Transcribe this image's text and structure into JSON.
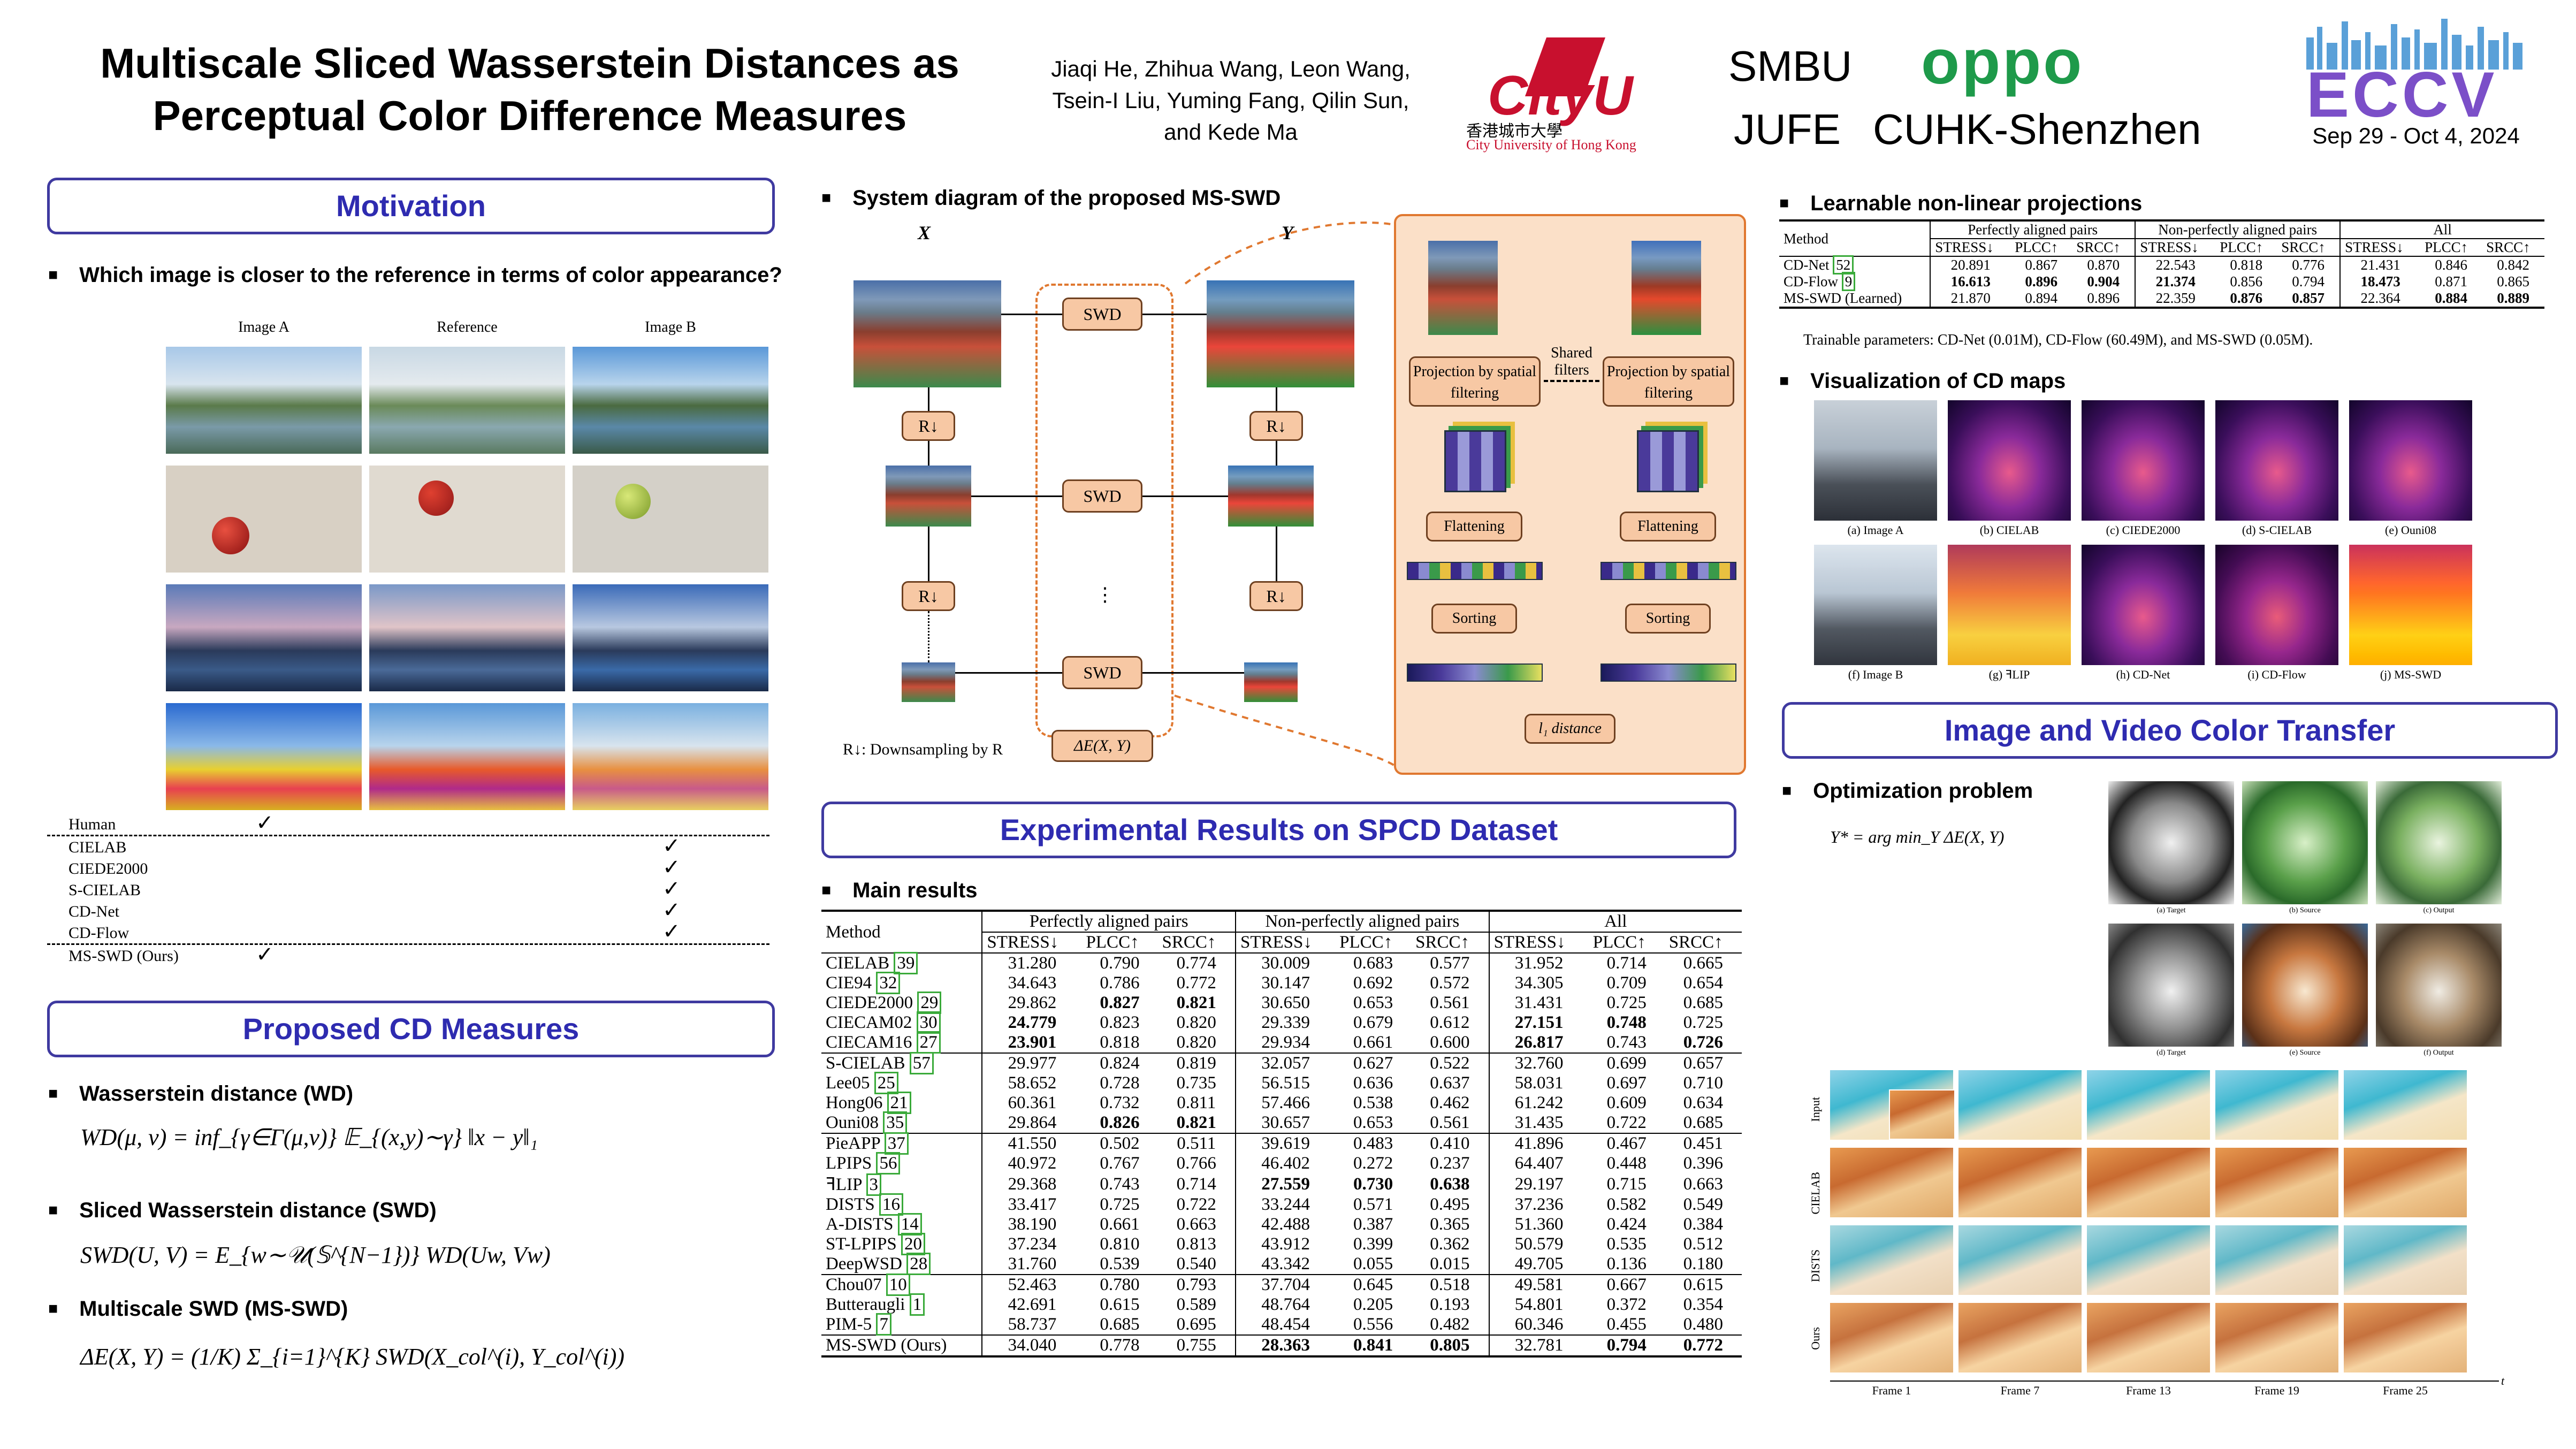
{
  "header": {
    "title_line1": "Multiscale Sliced Wasserstein Distances as",
    "title_line2": "Perceptual Color Difference Measures",
    "authors_line1": "Jiaqi He, Zhihua Wang, Leon Wang,",
    "authors_line2": "Tsein-I Liu, Yuming Fang, Qilin Sun,",
    "authors_line3": "and Kede Ma",
    "cityu_logo": "CityU",
    "cityu_chinese": "香港城市大學",
    "cityu_english": "City University of Hong Kong",
    "smbu": "SMBU",
    "oppo": "oppo",
    "jufe": "JUFE",
    "cuhk": "CUHK-Shenzhen",
    "eccv": "ECCV",
    "eccv_date": "Sep 29 - Oct 4, 2024"
  },
  "motivation": {
    "heading": "Motivation",
    "question": "Which image is closer to the reference in terms of color appearance?",
    "col_a": "Image A",
    "col_ref": "Reference",
    "col_b": "Image B",
    "judges": [
      {
        "name": "Human",
        "choice": "A"
      },
      {
        "name": "CIELAB",
        "choice": "B"
      },
      {
        "name": "CIEDE2000",
        "choice": "B"
      },
      {
        "name": "S-CIELAB",
        "choice": "B"
      },
      {
        "name": "CD-Net",
        "choice": "B"
      },
      {
        "name": "CD-Flow",
        "choice": "B"
      },
      {
        "name": "MS-SWD (Ours)",
        "choice": "A"
      }
    ],
    "check": "✓"
  },
  "proposed": {
    "heading": "Proposed CD Measures",
    "wd_title": "Wasserstein distance (WD)",
    "wd_formula": "WD(μ, ν) = inf_{γ∈Γ(μ,ν)} 𝔼_{(x,y)∼γ} ‖x − y‖₁",
    "swd_title": "Sliced Wasserstein distance (SWD)",
    "swd_formula": "SWD(U, V) = E_{w∼𝒰(𝕊^{N−1})} WD(Uw, Vw)",
    "msswd_title": "Multiscale SWD (MS-SWD)",
    "msswd_formula": "ΔE(X, Y) = (1/K) Σ_{i=1}^{K} SWD(X_col^(i), Y_col^(i))"
  },
  "system": {
    "heading": "System diagram of the proposed MS-SWD",
    "x_label": "X",
    "y_label": "Y",
    "swd": "SWD",
    "down": "R↓",
    "dots": "⋮",
    "delta": "ΔE(X, Y)",
    "legend": "R↓: Downsampling by R",
    "projection": "Projection by spatial filtering",
    "shared": "Shared filters",
    "flatten": "Flattening",
    "sorting": "Sorting",
    "l1": "l₁ distance"
  },
  "results": {
    "heading": "Experimental Results on SPCD Dataset",
    "main_title": "Main results",
    "group_headers": [
      "Perfectly aligned pairs",
      "Non-perfectly aligned pairs",
      "All"
    ],
    "col_headers": [
      "STRESS↓",
      "PLCC↑",
      "SRCC↑"
    ],
    "method_header": "Method",
    "groups": [
      [
        {
          "m": "CIELAB",
          "ref": "39",
          "v": [
            "31.280",
            "0.790",
            "0.774",
            "30.009",
            "0.683",
            "0.577",
            "31.952",
            "0.714",
            "0.665"
          ],
          "b": []
        },
        {
          "m": "CIE94",
          "ref": "32",
          "v": [
            "34.643",
            "0.786",
            "0.772",
            "30.147",
            "0.692",
            "0.572",
            "34.305",
            "0.709",
            "0.654"
          ],
          "b": []
        },
        {
          "m": "CIEDE2000",
          "ref": "29",
          "v": [
            "29.862",
            "0.827",
            "0.821",
            "30.650",
            "0.653",
            "0.561",
            "31.431",
            "0.725",
            "0.685"
          ],
          "b": [
            1,
            2
          ]
        },
        {
          "m": "CIECAM02",
          "ref": "30",
          "v": [
            "24.779",
            "0.823",
            "0.820",
            "29.339",
            "0.679",
            "0.612",
            "27.151",
            "0.748",
            "0.725"
          ],
          "b": [
            0,
            6,
            7
          ]
        },
        {
          "m": "CIECAM16",
          "ref": "27",
          "v": [
            "23.901",
            "0.818",
            "0.820",
            "29.934",
            "0.661",
            "0.600",
            "26.817",
            "0.743",
            "0.726"
          ],
          "b": [
            0,
            6,
            8
          ]
        }
      ],
      [
        {
          "m": "S-CIELAB",
          "ref": "57",
          "v": [
            "29.977",
            "0.824",
            "0.819",
            "32.057",
            "0.627",
            "0.522",
            "32.760",
            "0.699",
            "0.657"
          ],
          "b": []
        },
        {
          "m": "Lee05",
          "ref": "25",
          "v": [
            "58.652",
            "0.728",
            "0.735",
            "56.515",
            "0.636",
            "0.637",
            "58.031",
            "0.697",
            "0.710"
          ],
          "b": []
        },
        {
          "m": "Hong06",
          "ref": "21",
          "v": [
            "60.361",
            "0.732",
            "0.811",
            "57.466",
            "0.538",
            "0.462",
            "61.242",
            "0.609",
            "0.634"
          ],
          "b": []
        },
        {
          "m": "Ouni08",
          "ref": "35",
          "v": [
            "29.864",
            "0.826",
            "0.821",
            "30.657",
            "0.653",
            "0.561",
            "31.435",
            "0.722",
            "0.685"
          ],
          "b": [
            1,
            2
          ]
        }
      ],
      [
        {
          "m": "PieAPP",
          "ref": "37",
          "v": [
            "41.550",
            "0.502",
            "0.511",
            "39.619",
            "0.483",
            "0.410",
            "41.896",
            "0.467",
            "0.451"
          ],
          "b": []
        },
        {
          "m": "LPIPS",
          "ref": "56",
          "v": [
            "40.972",
            "0.767",
            "0.766",
            "46.402",
            "0.272",
            "0.237",
            "64.407",
            "0.448",
            "0.396"
          ],
          "b": []
        },
        {
          "m": "ꟻLIP",
          "ref": "3",
          "v": [
            "29.368",
            "0.743",
            "0.714",
            "27.559",
            "0.730",
            "0.638",
            "29.197",
            "0.715",
            "0.663"
          ],
          "b": [
            3,
            4,
            5
          ]
        },
        {
          "m": "DISTS",
          "ref": "16",
          "v": [
            "33.417",
            "0.725",
            "0.722",
            "33.244",
            "0.571",
            "0.495",
            "37.236",
            "0.582",
            "0.549"
          ],
          "b": []
        },
        {
          "m": "A-DISTS",
          "ref": "14",
          "v": [
            "38.190",
            "0.661",
            "0.663",
            "42.488",
            "0.387",
            "0.365",
            "51.360",
            "0.424",
            "0.384"
          ],
          "b": []
        },
        {
          "m": "ST-LPIPS",
          "ref": "20",
          "v": [
            "37.234",
            "0.810",
            "0.813",
            "43.912",
            "0.399",
            "0.362",
            "50.579",
            "0.535",
            "0.512"
          ],
          "b": []
        },
        {
          "m": "DeepWSD",
          "ref": "28",
          "v": [
            "31.760",
            "0.539",
            "0.540",
            "43.342",
            "0.055",
            "0.015",
            "49.705",
            "0.136",
            "0.180"
          ],
          "b": []
        }
      ],
      [
        {
          "m": "Chou07",
          "ref": "10",
          "v": [
            "52.463",
            "0.780",
            "0.793",
            "37.704",
            "0.645",
            "0.518",
            "49.581",
            "0.667",
            "0.615"
          ],
          "b": []
        },
        {
          "m": "Butteraugli",
          "ref": "1",
          "v": [
            "42.691",
            "0.615",
            "0.589",
            "48.764",
            "0.205",
            "0.193",
            "54.801",
            "0.372",
            "0.354"
          ],
          "b": []
        },
        {
          "m": "PIM-5",
          "ref": "7",
          "v": [
            "58.737",
            "0.685",
            "0.695",
            "48.454",
            "0.556",
            "0.482",
            "60.346",
            "0.455",
            "0.480"
          ],
          "b": []
        }
      ],
      [
        {
          "m": "MS-SWD (Ours)",
          "ref": "",
          "v": [
            "34.040",
            "0.778",
            "0.755",
            "28.363",
            "0.841",
            "0.805",
            "32.781",
            "0.794",
            "0.772"
          ],
          "b": [
            3,
            4,
            5,
            7,
            8
          ]
        }
      ]
    ]
  },
  "learnable": {
    "heading": "Learnable non-linear projections",
    "rows": [
      {
        "m": "CD-Net",
        "ref": "52",
        "v": [
          "20.891",
          "0.867",
          "0.870",
          "22.543",
          "0.818",
          "0.776",
          "21.431",
          "0.846",
          "0.842"
        ],
        "b": []
      },
      {
        "m": "CD-Flow",
        "ref": "9",
        "v": [
          "16.613",
          "0.896",
          "0.904",
          "21.374",
          "0.856",
          "0.794",
          "18.473",
          "0.871",
          "0.865"
        ],
        "b": [
          0,
          1,
          2,
          3,
          6
        ]
      },
      {
        "m": "MS-SWD (Learned)",
        "ref": "",
        "v": [
          "21.870",
          "0.894",
          "0.896",
          "22.359",
          "0.876",
          "0.857",
          "22.364",
          "0.884",
          "0.889"
        ],
        "b": [
          4,
          5,
          7,
          8
        ]
      }
    ],
    "note": "Trainable parameters: CD-Net (0.01M), CD-Flow (60.49M), and MS-SWD (0.05M)."
  },
  "cdmaps": {
    "heading": "Visualization of CD maps",
    "row1": [
      "(a) Image A",
      "(b) CIELAB",
      "(c) CIEDE2000",
      "(d) S-CIELAB",
      "(e) Ouni08"
    ],
    "row2": [
      "(f) Image B",
      "(g) ꟻLIP",
      "(h) CD-Net",
      "(i) CD-Flow",
      "(j) MS-SWD"
    ]
  },
  "transfer": {
    "heading": "Image and Video Color Transfer",
    "opt_title": "Optimization problem",
    "opt_formula": "Y* = arg min_Y ΔE(X, Y)",
    "img_caps": [
      "(a) Target",
      "(b) Source",
      "(c) Output",
      "(d) Target",
      "(e) Source",
      "(f) Output"
    ],
    "video_rows": [
      "Input",
      "CIELAB",
      "DISTS",
      "Ours"
    ],
    "frames": [
      "Frame 1",
      "Frame 7",
      "Frame 13",
      "Frame 19",
      "Frame 25"
    ],
    "t_label": "t"
  }
}
